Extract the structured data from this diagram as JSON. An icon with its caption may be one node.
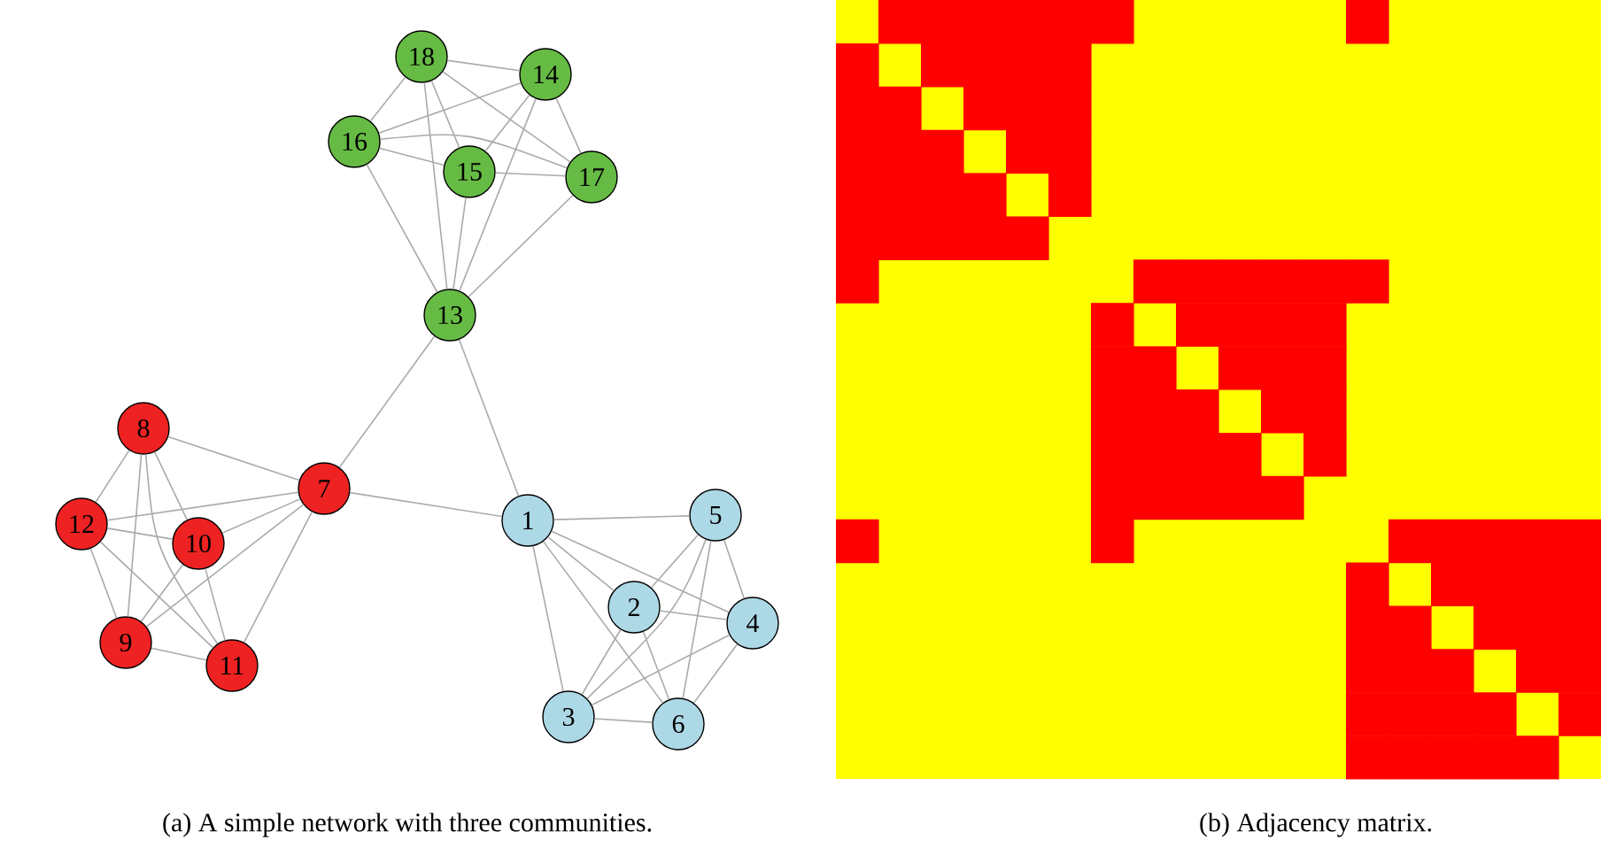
{
  "diagram": {
    "nodes": [
      {
        "text": [
          "1"
        ]
      },
      {
        "text": [
          "2"
        ]
      },
      {
        "text": [
          "3"
        ]
      },
      {
        "text": [
          "4"
        ]
      },
      {
        "text": [
          "5"
        ]
      },
      {
        "text": [
          "6"
        ]
      },
      {
        "text": [
          "7"
        ]
      },
      {
        "text": [
          "8"
        ]
      },
      {
        "text": [
          "9"
        ]
      },
      {
        "text": [
          "10"
        ]
      },
      {
        "text": [
          "11"
        ]
      },
      {
        "text": [
          "12"
        ]
      },
      {
        "text": [
          "13"
        ]
      },
      {
        "text": [
          "14"
        ]
      },
      {
        "text": [
          "15"
        ]
      },
      {
        "text": [
          "16"
        ]
      },
      {
        "text": [
          "17"
        ]
      },
      {
        "text": [
          "18"
        ]
      }
    ],
    "edges": [
      {
        "from": 0,
        "to": 1,
        "arrow": "none"
      },
      {
        "from": 0,
        "to": 2,
        "arrow": "none"
      },
      {
        "from": 0,
        "to": 3,
        "arrow": "none"
      },
      {
        "from": 0,
        "to": 4,
        "arrow": "none"
      },
      {
        "from": 0,
        "to": 5,
        "arrow": "none"
      },
      {
        "from": 1,
        "to": 2,
        "arrow": "none"
      },
      {
        "from": 1,
        "to": 3,
        "arrow": "none"
      },
      {
        "from": 1,
        "to": 4,
        "arrow": "none"
      },
      {
        "from": 1,
        "to": 5,
        "arrow": "none"
      },
      {
        "from": 2,
        "to": 3,
        "arrow": "none"
      },
      {
        "from": 2,
        "to": 4,
        "arrow": "none"
      },
      {
        "from": 2,
        "to": 5,
        "arrow": "none"
      },
      {
        "from": 3,
        "to": 4,
        "arrow": "none"
      },
      {
        "from": 3,
        "to": 5,
        "arrow": "none"
      },
      {
        "from": 4,
        "to": 5,
        "arrow": "none"
      },
      {
        "from": 6,
        "to": 7,
        "arrow": "none"
      },
      {
        "from": 6,
        "to": 8,
        "arrow": "none"
      },
      {
        "from": 6,
        "to": 9,
        "arrow": "none"
      },
      {
        "from": 6,
        "to": 10,
        "arrow": "none"
      },
      {
        "from": 6,
        "to": 11,
        "arrow": "none"
      },
      {
        "from": 7,
        "to": 8,
        "arrow": "none"
      },
      {
        "from": 7,
        "to": 9,
        "arrow": "none"
      },
      {
        "from": 7,
        "to": 10,
        "arrow": "none"
      },
      {
        "from": 7,
        "to": 11,
        "arrow": "none"
      },
      {
        "from": 8,
        "to": 9,
        "arrow": "none"
      },
      {
        "from": 8,
        "to": 10,
        "arrow": "none"
      },
      {
        "from": 8,
        "to": 11,
        "arrow": "none"
      },
      {
        "from": 9,
        "to": 10,
        "arrow": "none"
      },
      {
        "from": 9,
        "to": 11,
        "arrow": "none"
      },
      {
        "from": 10,
        "to": 11,
        "arrow": "none"
      },
      {
        "from": 12,
        "to": 13,
        "arrow": "none"
      },
      {
        "from": 12,
        "to": 14,
        "arrow": "none"
      },
      {
        "from": 12,
        "to": 15,
        "arrow": "none"
      },
      {
        "from": 12,
        "to": 16,
        "arrow": "none"
      },
      {
        "from": 12,
        "to": 17,
        "arrow": "none"
      },
      {
        "from": 13,
        "to": 14,
        "arrow": "none"
      },
      {
        "from": 13,
        "to": 15,
        "arrow": "none"
      },
      {
        "from": 13,
        "to": 16,
        "arrow": "none"
      },
      {
        "from": 13,
        "to": 17,
        "arrow": "none"
      },
      {
        "from": 14,
        "to": 15,
        "arrow": "none"
      },
      {
        "from": 14,
        "to": 16,
        "arrow": "none"
      },
      {
        "from": 14,
        "to": 17,
        "arrow": "none"
      },
      {
        "from": 15,
        "to": 16,
        "arrow": "none"
      },
      {
        "from": 15,
        "to": 17,
        "arrow": "none"
      },
      {
        "from": 16,
        "to": 17,
        "arrow": "none"
      },
      {
        "from": 0,
        "to": 6,
        "arrow": "none"
      },
      {
        "from": 0,
        "to": 12,
        "arrow": "none"
      },
      {
        "from": 6,
        "to": 12,
        "arrow": "none"
      }
    ],
    "labels": [
      "(a) A simple network with three communities.",
      "(b) Adjacency matrix."
    ]
  }
}
